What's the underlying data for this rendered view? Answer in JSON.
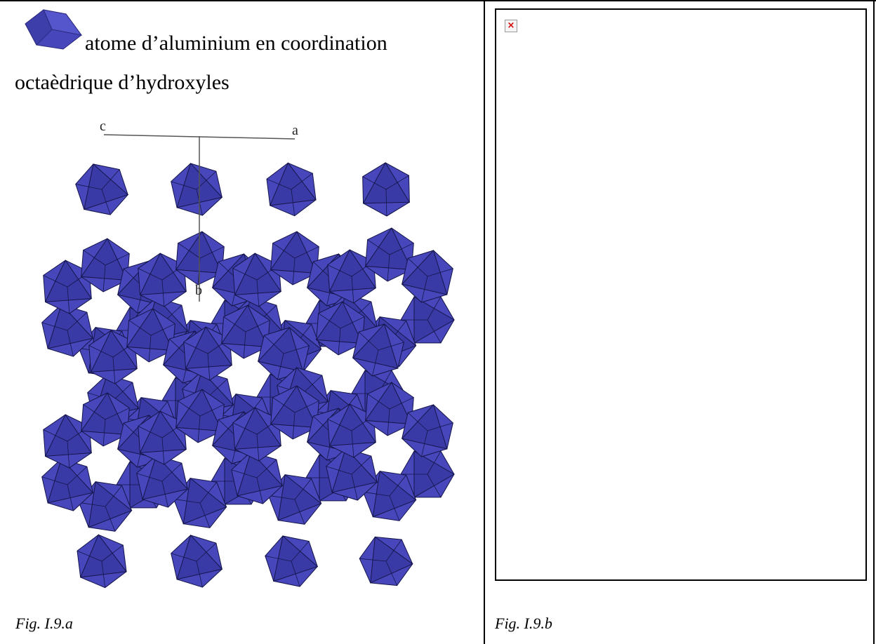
{
  "legend": {
    "icon": "aluminium-octahedron-icon",
    "line1": "atome d’aluminium en coordination",
    "line2": "octaèdrique d’hydroxyles"
  },
  "figure_a": {
    "axis_c": "c",
    "axis_a": "a",
    "axis_b": "b",
    "caption": "Fig. I.9.a"
  },
  "figure_b": {
    "broken_image_icon": "broken-image-icon",
    "caption": "Fig. I.9.b"
  },
  "colors": {
    "octahedron_face": "#4747bb",
    "octahedron_dark": "#3a3aa6",
    "edge": "#15154a"
  }
}
